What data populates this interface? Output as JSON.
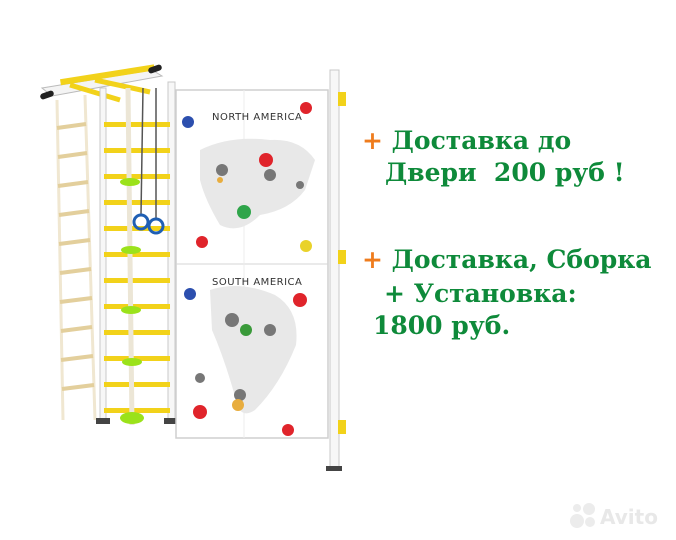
{
  "product": {
    "map_top_title": "NORTH AMERICA",
    "map_bottom_title": "SOUTH AMERICA"
  },
  "promo": {
    "line1_plus": "+",
    "line1_text": "Доставка до",
    "line2_text": "Двери  200 руб !",
    "line3_plus": "+",
    "line3_text": "Доставка, Сборка",
    "line4_text": "+ Установка:",
    "line5_text": "1800 руб."
  },
  "watermark": {
    "brand": "Avito",
    "icon": "avito-logo-icon"
  },
  "colors": {
    "promo_text": "#0e8a3a",
    "promo_plus": "#ef7c1d",
    "rung_yellow": "#f2d21a",
    "frame_white": "#f7f7f7",
    "rope": "#f0e7d1"
  }
}
